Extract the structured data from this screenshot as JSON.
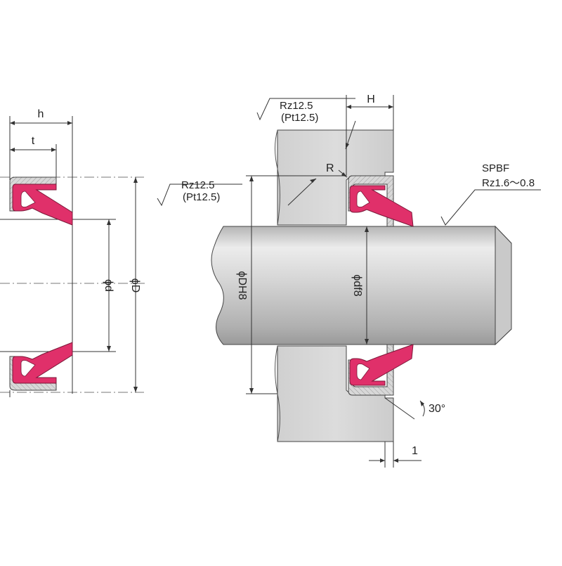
{
  "colors": {
    "seal": "#e0306a",
    "housing": "#d4d4d4",
    "rod_light": "#e4e4e4",
    "rod_dark": "#a8a8a8"
  },
  "labels": {
    "h": "h",
    "t": "t",
    "phi_d": "ϕd",
    "phi_D": "ϕD",
    "H": "H",
    "rz_top_1": "Rz12.5",
    "rz_top_2": "(Pt12.5)",
    "rz_left_1": "Rz12.5",
    "rz_left_2": "(Pt12.5)",
    "R": "R",
    "spbf_1": "SPBF",
    "spbf_2": "Rz1.6～0.8",
    "phi_DH8": "ϕDH8",
    "phi_df8": "ϕdf8",
    "angle": "30°",
    "chamfer": "1"
  }
}
